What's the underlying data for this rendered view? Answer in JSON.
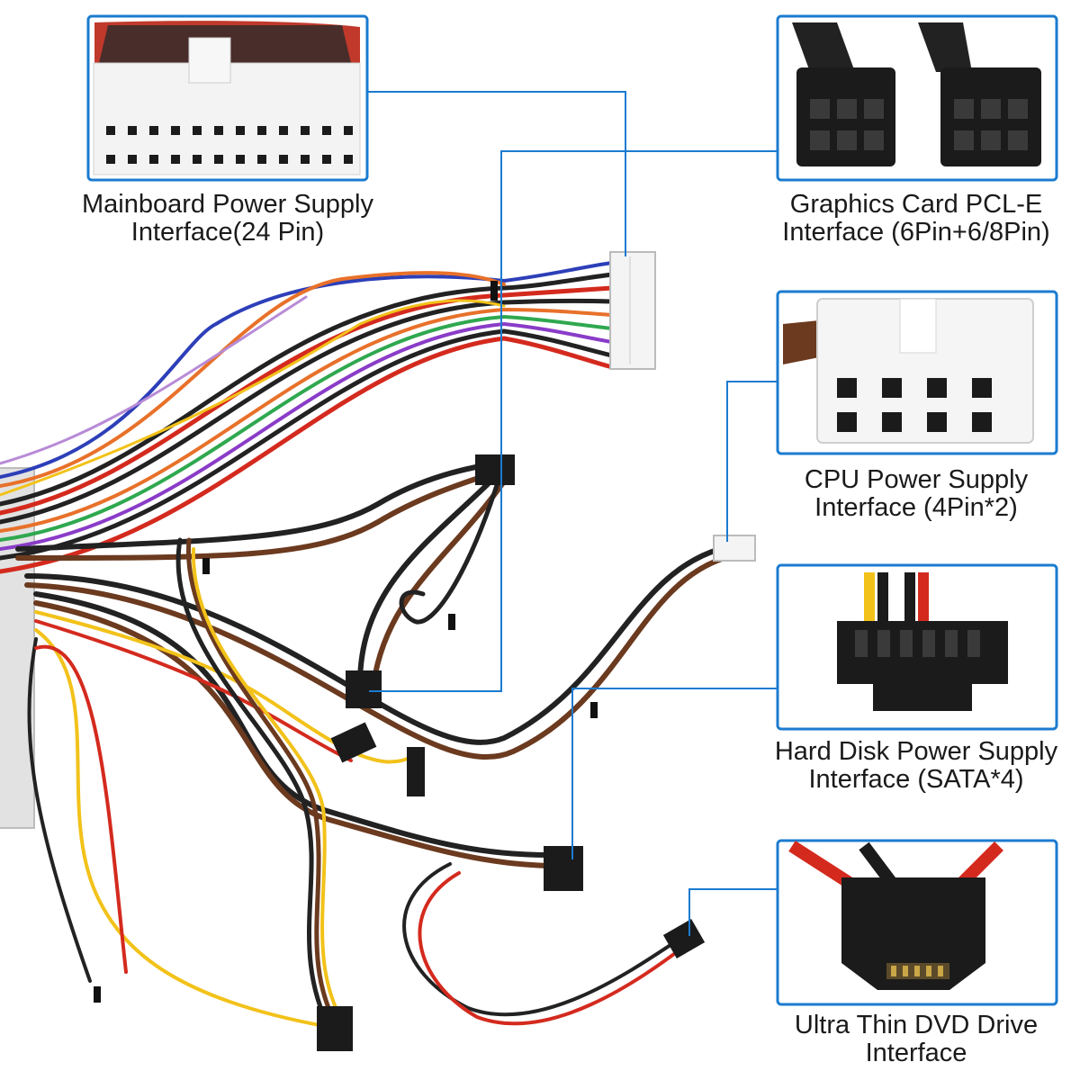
{
  "callouts": [
    {
      "id": "mainboard",
      "line1": "Mainboard Power Supply",
      "line2": "Interface(24 Pin)"
    },
    {
      "id": "gpu",
      "line1": "Graphics Card PCL-E",
      "line2": "Interface (6Pin+6/8Pin)"
    },
    {
      "id": "cpu",
      "line1": "CPU Power Supply",
      "line2": "Interface (4Pin*2)"
    },
    {
      "id": "sata",
      "line1": "Hard Disk Power Supply",
      "line2": "Interface (SATA*4)"
    },
    {
      "id": "dvd",
      "line1": "Ultra Thin DVD Drive",
      "line2": "Interface"
    }
  ],
  "colors": {
    "callout_blue": "#1b7bd0",
    "connector_white": "#f4f4f4",
    "connector_black": "#1b1b1b",
    "wire_black": "#222222",
    "wire_red": "#d42a1e",
    "wire_yellow": "#f2c21a",
    "wire_orange": "#e8712a",
    "wire_brown": "#6b3a1f",
    "wire_purple": "#8a3cc8",
    "wire_green": "#2fa84f",
    "wire_blue": "#2d3fb8",
    "psu_body": "#e2e2e2"
  },
  "icons": [
    "atx-24pin-connector",
    "pcie-connector",
    "eps-cpu-connector",
    "sata-connector",
    "slim-sata-connector",
    "power-supply-unit",
    "cable-bundle"
  ]
}
